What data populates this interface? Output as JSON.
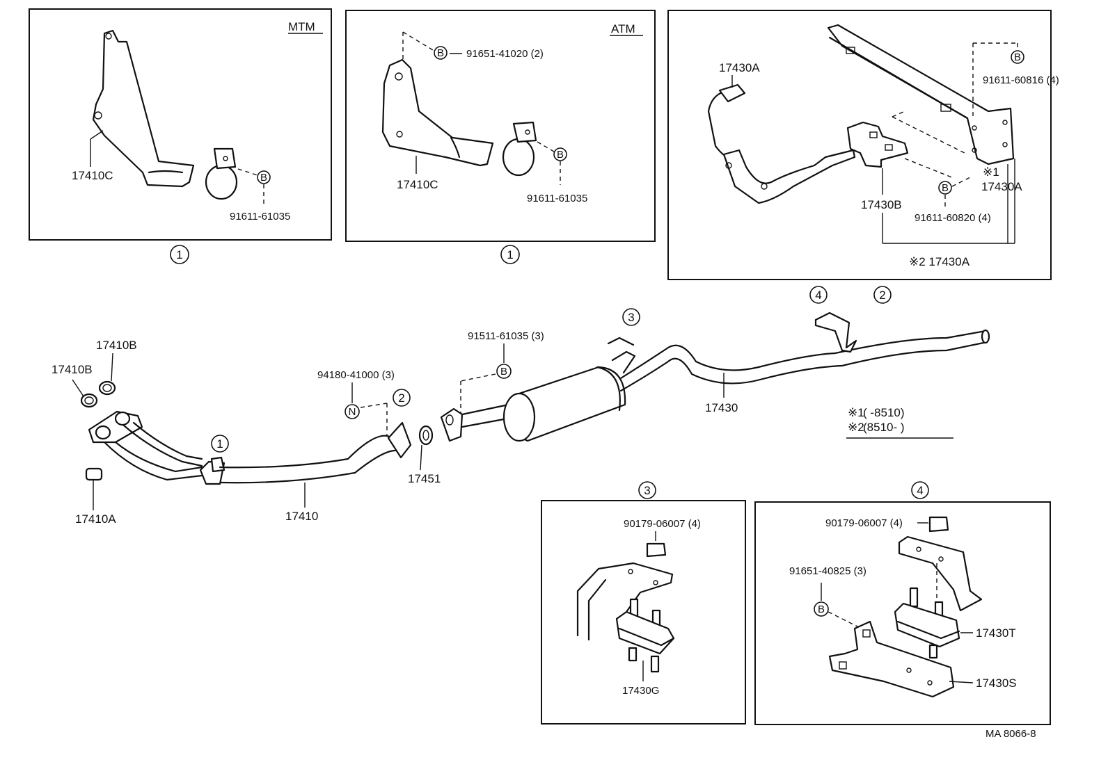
{
  "panels": {
    "mtm": {
      "tag": "MTM",
      "bracket": "17410C",
      "bolt": "91611-61035",
      "bolt_marker": "B",
      "ref": "1"
    },
    "atm": {
      "tag": "ATM",
      "bracket": "17410C",
      "nut": "91651-41020 (2)",
      "bolt": "91611-61035",
      "bolt_marker": "B",
      "ref": "1"
    },
    "hanger": {
      "left_part": "17430A",
      "bolt_top": "91611-60816 (4)",
      "mark1": "※1",
      "mark1_part": "17430A",
      "center_part": "17430B",
      "bolt_bottom": "91611-60820 (4)",
      "bottom_part": "※2 17430A",
      "bolt_marker": "B",
      "ref": "2"
    },
    "mount3": {
      "ref": "3",
      "nut": "90179-06007 (4)",
      "insulator": "17430G"
    },
    "mount4": {
      "ref": "4",
      "nut": "90179-06007 (4)",
      "bolt": "91651-40825 (3)",
      "bolt_marker": "B",
      "insulator": "17430T",
      "bracket": "17430S"
    }
  },
  "main": {
    "gasket_upper": "17410B",
    "gasket_lower": "17410B",
    "nut_17410A": "17410A",
    "front_pipe": "17410",
    "gasket_17451": "17451",
    "spring_bolt": "94180-41000 (3)",
    "spring_marker": "N",
    "bolt_91511": "91511-61035 (3)",
    "bolt_marker": "B",
    "tail_pipe": "17430",
    "ref1": "1",
    "ref2a": "2",
    "ref3": "3",
    "ref4": "4",
    "ref2b": "2"
  },
  "legend": {
    "line1_mark": "※1",
    "line1_text": "(       -8510)",
    "line2_mark": "※2",
    "line2_text": "(8510-        )"
  },
  "footer": {
    "code": "MA  8066-8"
  }
}
